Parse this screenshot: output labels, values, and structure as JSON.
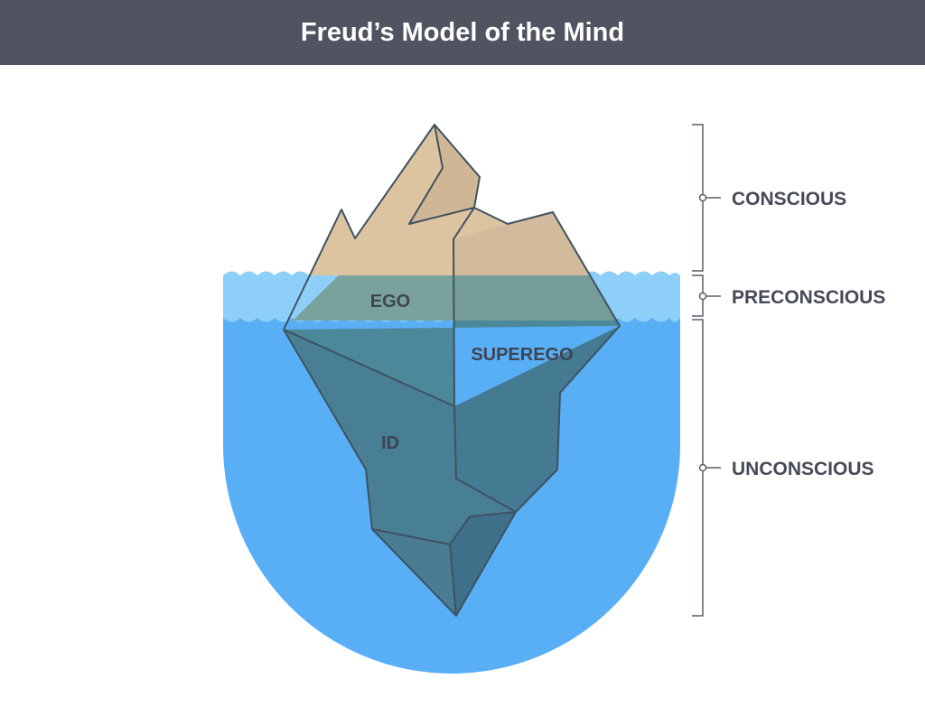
{
  "title": "Freud’s Model of the Mind",
  "regions": {
    "ego": "EGO",
    "superego": "SUPEREGO",
    "id": "ID"
  },
  "levels": {
    "conscious": "CONSCIOUS",
    "preconscious": "PRECONSCIOUS",
    "unconscious": "UNCONSCIOUS"
  },
  "colors": {
    "header": "#505461",
    "water_deep": "#58aff6",
    "water_shallow": "#8ecff9",
    "iceberg_above": "#dcc4a0",
    "iceberg_below": "#447a8f",
    "outline": "#3f5261"
  }
}
